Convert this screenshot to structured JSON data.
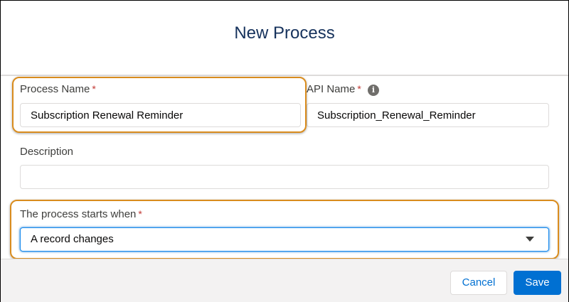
{
  "dialog": {
    "title": "New Process"
  },
  "form": {
    "process_name": {
      "label": "Process Name",
      "required_marker": "*",
      "value": "Subscription Renewal Reminder"
    },
    "api_name": {
      "label": "API Name",
      "required_marker": "*",
      "value": "Subscription_Renewal_Reminder",
      "info_icon": "info-icon",
      "info_glyph": "i"
    },
    "description": {
      "label": "Description",
      "value": ""
    },
    "starts_when": {
      "label": "The process starts when",
      "required_marker": "*",
      "selected": "A record changes",
      "icon": "chevron-down-icon"
    }
  },
  "footer": {
    "cancel_label": "Cancel",
    "save_label": "Save"
  },
  "colors": {
    "title": "#16325c",
    "required": "#c23934",
    "brand": "#0070d2",
    "highlight": "#d98c1e",
    "footer_bg": "#f3f2f2"
  }
}
